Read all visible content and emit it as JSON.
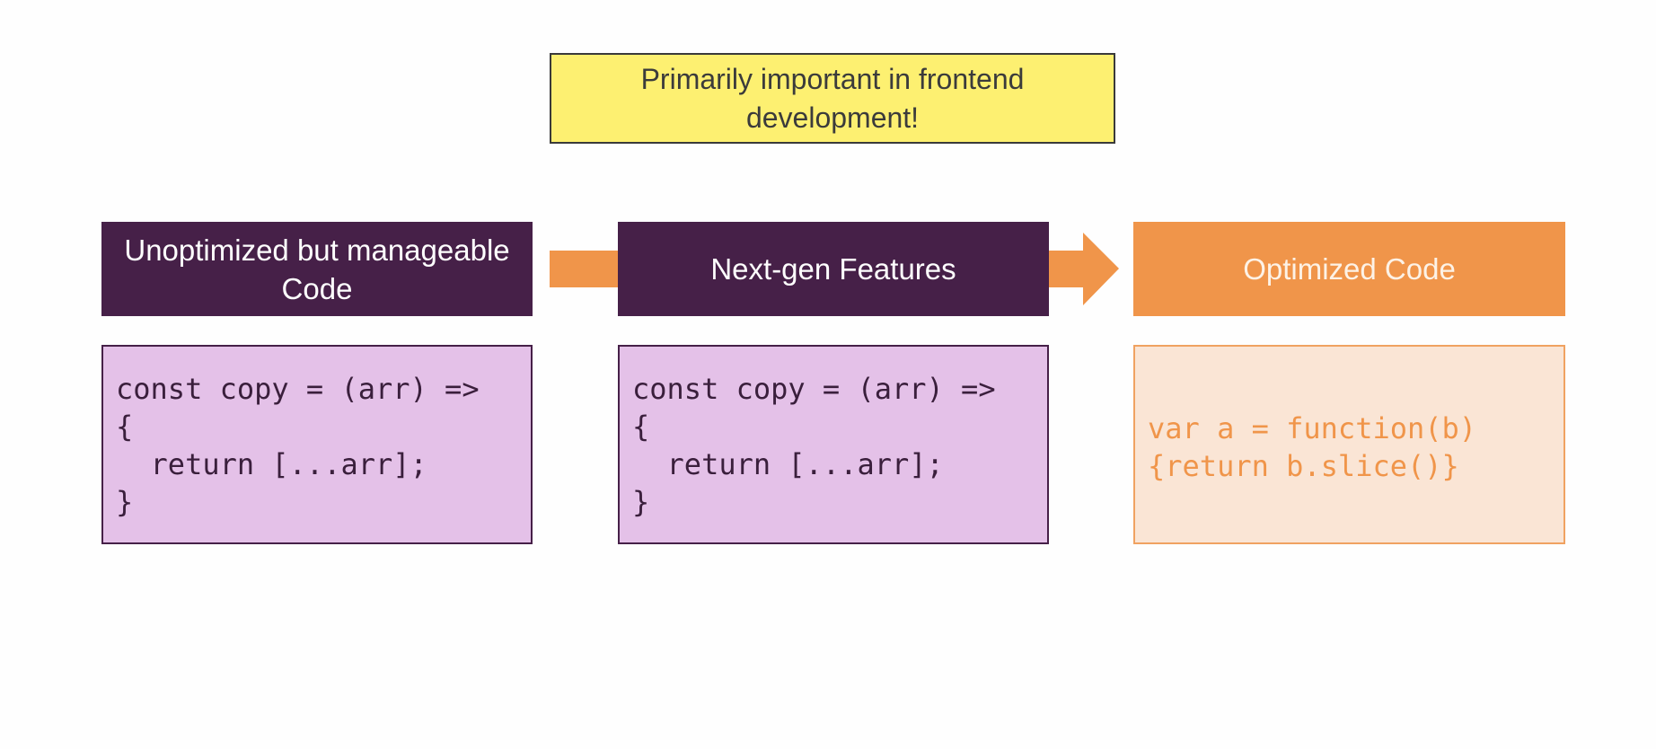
{
  "note": {
    "text": "Primarily important in frontend development!"
  },
  "stages": [
    {
      "title": "Unoptimized but manageable Code",
      "code": "const copy = (arr) =>\n{\n  return [...arr];\n}"
    },
    {
      "title": "Next-gen Features",
      "code": "const copy = (arr) =>\n{\n  return [...arr];\n}"
    },
    {
      "title": "Optimized Code",
      "code": "var a = function(b)\n{return b.slice()}"
    }
  ],
  "colors": {
    "dark_purple": "#462048",
    "light_purple": "#e4c1e8",
    "orange": "#f0954a",
    "peach": "#fae5d5",
    "note_yellow": "#fdf071"
  }
}
